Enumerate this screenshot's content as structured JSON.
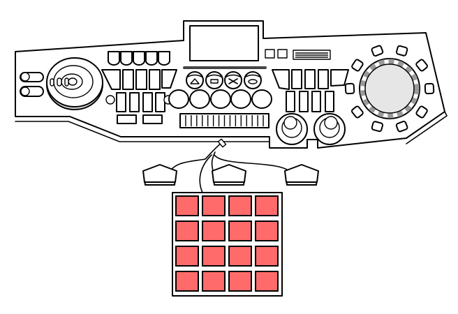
{
  "colors": {
    "outline": "#000000",
    "body": "#ffffff",
    "pad": "#ff6b6b",
    "wheel_face": "#e6e6e6",
    "wheel_ring": "#9a9a9a"
  },
  "pad_grid": {
    "rows": 4,
    "cols": 4
  },
  "mode_buttons": [
    "triangle-icon",
    "square-icon",
    "cross-icon",
    "circle-icon"
  ],
  "pedal_count": 3,
  "wheel_button_count": 10
}
